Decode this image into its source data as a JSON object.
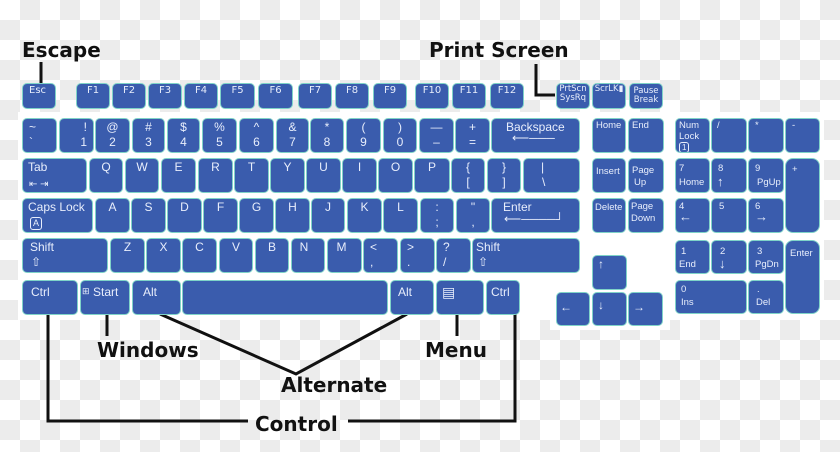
{
  "labels": {
    "escape": "Escape",
    "print_screen": "Print Screen",
    "windows": "Windows",
    "menu": "Menu",
    "alternate": "Alternate",
    "control": "Control"
  },
  "colors": {
    "key_fill": "#3a5cad",
    "key_border": "#7fd3c8",
    "key_text": "#e8eefc",
    "annotation": "#111111"
  },
  "function_row": {
    "esc": "Esc",
    "f": [
      "F1",
      "F2",
      "F3",
      "F4",
      "F5",
      "F6",
      "F7",
      "F8",
      "F9",
      "F10",
      "F11",
      "F12"
    ],
    "prtscn_top": "PrtScn",
    "prtscn_bot": "SysRq",
    "scrlk": "ScrLK",
    "pause_top": "Pause",
    "pause_bot": "Break"
  },
  "number_row": [
    {
      "top": "~",
      "bot": "`"
    },
    {
      "top": "!",
      "bot": "1"
    },
    {
      "top": "@",
      "bot": "2"
    },
    {
      "top": "#",
      "bot": "3"
    },
    {
      "top": "$",
      "bot": "4"
    },
    {
      "top": "%",
      "bot": "5"
    },
    {
      "top": "^",
      "bot": "6"
    },
    {
      "top": "&",
      "bot": "7"
    },
    {
      "top": "*",
      "bot": "8"
    },
    {
      "top": "(",
      "bot": "9"
    },
    {
      "top": ")",
      "bot": "0"
    },
    {
      "top": "—",
      "bot": "–"
    },
    {
      "top": "+",
      "bot": "="
    }
  ],
  "backspace": "Backspace",
  "tab": "Tab",
  "qwerty": [
    "Q",
    "W",
    "E",
    "R",
    "T",
    "Y",
    "U",
    "I",
    "O",
    "P"
  ],
  "brackets": [
    {
      "top": "{",
      "bot": "["
    },
    {
      "top": "}",
      "bot": "]"
    },
    {
      "top": "|",
      "bot": "\\"
    }
  ],
  "caps_lock": "Caps Lock",
  "caps_badge": "A",
  "asdf": [
    "A",
    "S",
    "D",
    "F",
    "G",
    "H",
    "J",
    "K",
    "L"
  ],
  "semi": [
    {
      "top": ":",
      "bot": ";"
    },
    {
      "top": "\"",
      "bot": ","
    }
  ],
  "enter": "Enter",
  "shift": "Shift",
  "shift_glyph": "⇧",
  "zxcv": [
    "Z",
    "X",
    "C",
    "V",
    "B",
    "N",
    "M"
  ],
  "punct": [
    {
      "top": "<",
      "bot": ","
    },
    {
      "top": ">",
      "bot": "."
    },
    {
      "top": "?",
      "bot": "/"
    }
  ],
  "bottom_row": {
    "ctrl": "Ctrl",
    "start": "Start",
    "start_glyph": "⊞",
    "alt": "Alt",
    "menu_glyph": "▤"
  },
  "nav_cluster": {
    "home": "Home",
    "end": "End",
    "insert": "Insert",
    "page_up_1": "Page",
    "page_up_2": "Up",
    "delete": "Delete",
    "page_down_1": "Page",
    "page_down_2": "Down"
  },
  "arrows": {
    "up": "↑",
    "down": "↓",
    "left": "←",
    "right": "→"
  },
  "numpad": {
    "numlock_1": "Num",
    "numlock_2": "Lock",
    "numlock_badge": "1",
    "slash": "/",
    "star": "*",
    "minus": "-",
    "plus": "+",
    "n7": "7",
    "n7b": "Home",
    "n8": "8",
    "n8b": "↑",
    "n9": "9",
    "n9b": "PgUp",
    "n4": "4",
    "n4b": "←",
    "n5": "5",
    "n6": "6",
    "n6b": "→",
    "n1": "1",
    "n1b": "End",
    "n2": "2",
    "n2b": "↓",
    "n3": "3",
    "n3b": "PgDn",
    "n0": "0",
    "n0b": "Ins",
    "dot": ".",
    "dotb": "Del",
    "enter": "Enter"
  }
}
